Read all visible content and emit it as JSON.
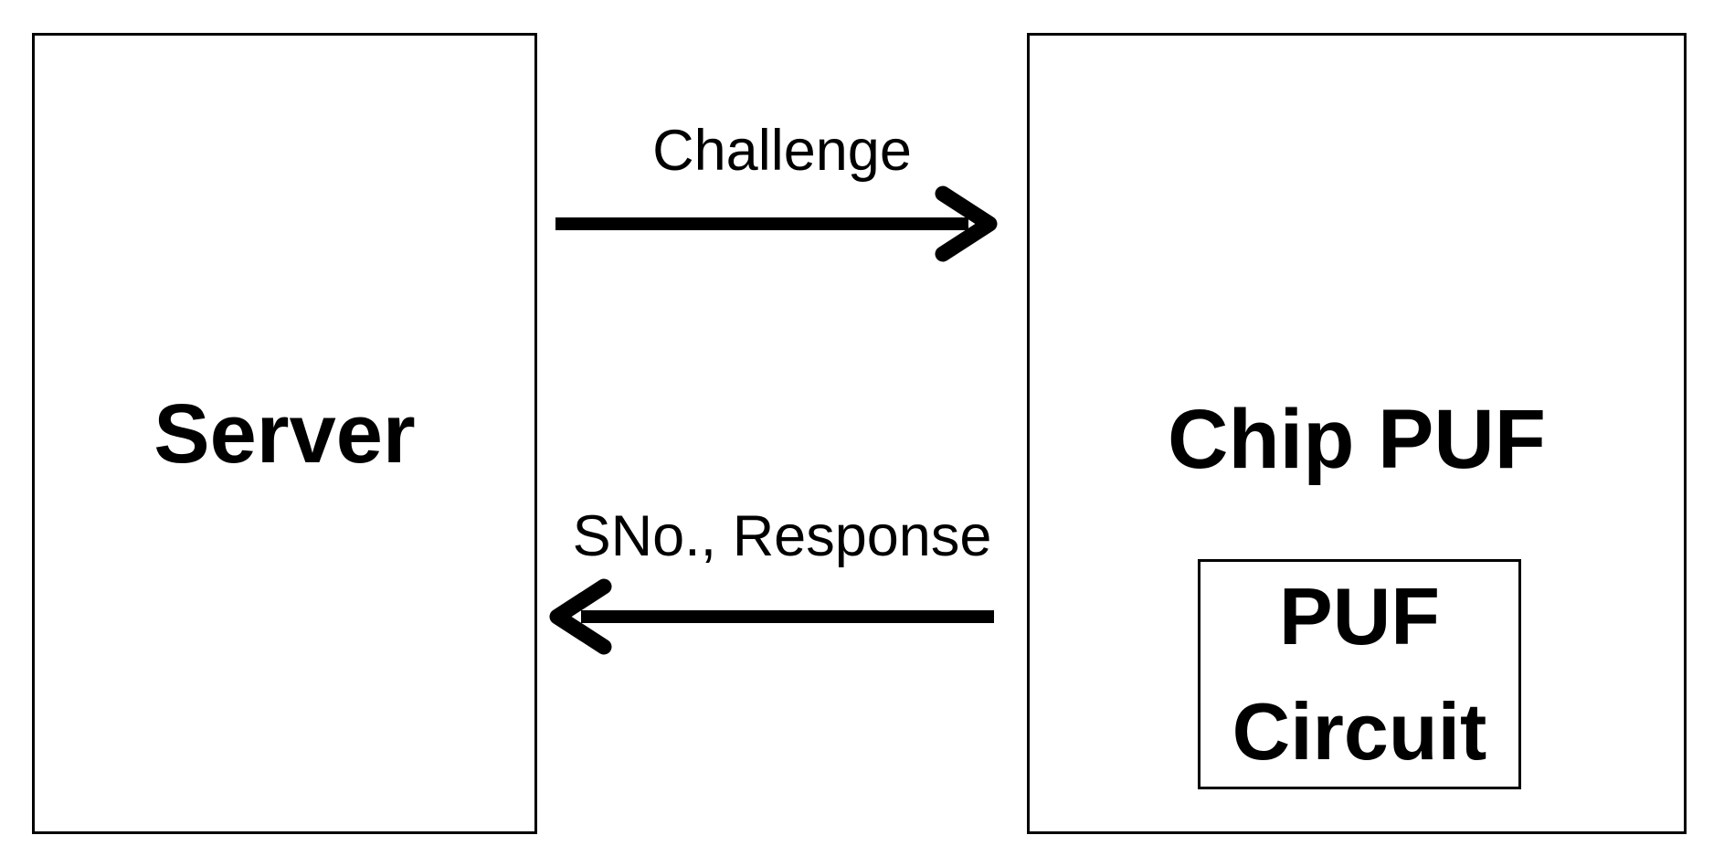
{
  "diagram": {
    "background_color": "#ffffff",
    "line_color": "#000000",
    "server_box": {
      "label": "Server"
    },
    "chip_puf_box": {
      "label": "Chip PUF",
      "inner_box": {
        "line1": "PUF",
        "line2": "Circuit"
      }
    },
    "arrows": {
      "challenge": {
        "label": "Challenge",
        "direction": "right",
        "from": "Server",
        "to": "Chip PUF"
      },
      "response": {
        "label": "SNo., Response",
        "direction": "left",
        "from": "Chip PUF",
        "to": "Server"
      }
    }
  }
}
